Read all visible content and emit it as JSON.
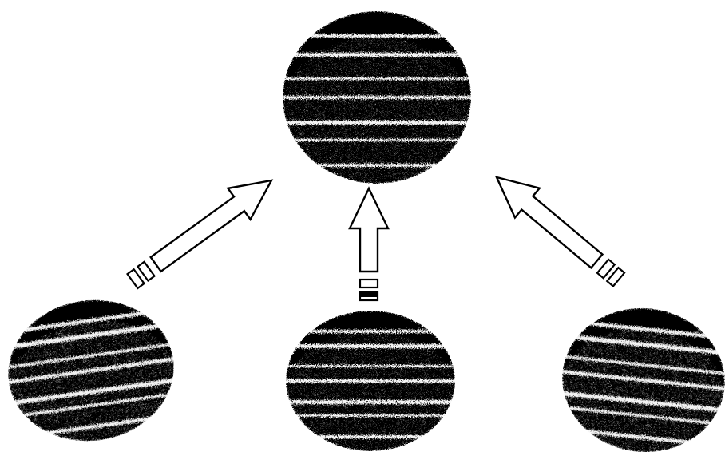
{
  "diagram": {
    "colors": {
      "background": "#ffffff",
      "ink": "#000000",
      "paper": "#ffffff"
    },
    "nodes": [
      {
        "id": "target",
        "icon": "striped-disc-icon"
      },
      {
        "id": "source-left",
        "icon": "striped-disc-icon"
      },
      {
        "id": "source-center",
        "icon": "striped-disc-icon"
      },
      {
        "id": "source-right",
        "icon": "striped-disc-icon"
      }
    ],
    "edges": [
      {
        "from": "source-left",
        "to": "target",
        "icon": "hollow-arrow-icon"
      },
      {
        "from": "source-center",
        "to": "target",
        "icon": "hollow-arrow-icon"
      },
      {
        "from": "source-right",
        "to": "target",
        "icon": "hollow-arrow-icon"
      }
    ]
  }
}
